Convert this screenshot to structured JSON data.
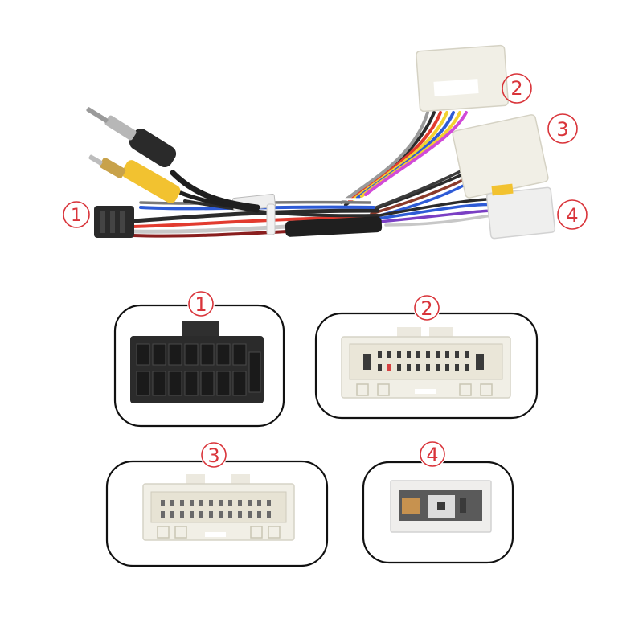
{
  "labels": {
    "harness_1": "1",
    "harness_2": "2",
    "harness_3": "3",
    "harness_4": "4",
    "panel_1": "1",
    "panel_2": "2",
    "panel_3": "3",
    "panel_4": "4"
  },
  "colors": {
    "label_red": "#d9343a",
    "connector_black": "#2a2a2a",
    "connector_white": "#f1efe6",
    "rca_yellow": "#f2c230",
    "panel_border": "#111111"
  }
}
